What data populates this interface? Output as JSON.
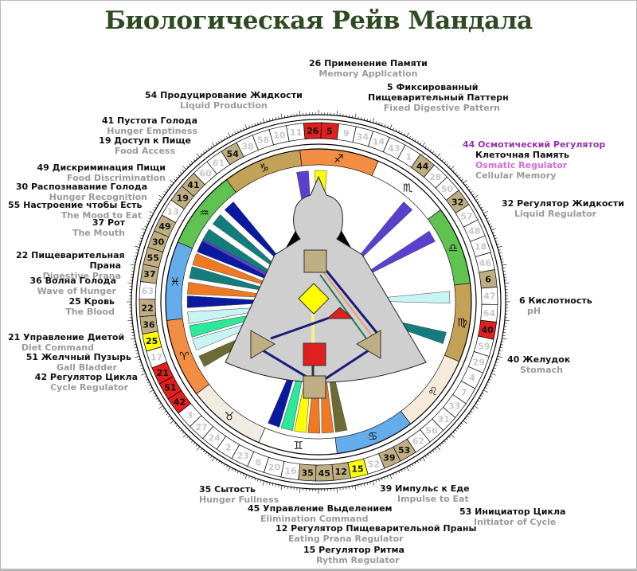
{
  "title": "Биологическая Рейв Мандала",
  "colors": {
    "title": "#2f4a22",
    "active_gate_tan": "#bfae84",
    "active_gate_red": "#e01f1f",
    "active_gate_yellow": "#ffff00",
    "inactive_gate_text": "#c8c8c8",
    "body_gray": "#cfcfcf"
  },
  "wheel": {
    "gates_clockwise_from_top": [
      {
        "gate": "10",
        "state": "inactive"
      },
      {
        "gate": "11",
        "state": "inactive"
      },
      {
        "gate": "26",
        "state": "red"
      },
      {
        "gate": "5",
        "state": "red"
      },
      {
        "gate": "9",
        "state": "inactive"
      },
      {
        "gate": "34",
        "state": "inactive"
      },
      {
        "gate": "14",
        "state": "inactive"
      },
      {
        "gate": "43",
        "state": "inactive"
      },
      {
        "gate": "1",
        "state": "inactive"
      },
      {
        "gate": "44",
        "state": "tan"
      },
      {
        "gate": "28",
        "state": "inactive"
      },
      {
        "gate": "50",
        "state": "inactive"
      },
      {
        "gate": "32",
        "state": "tan"
      },
      {
        "gate": "57",
        "state": "inactive"
      },
      {
        "gate": "48",
        "state": "inactive"
      },
      {
        "gate": "18",
        "state": "inactive"
      },
      {
        "gate": "46",
        "state": "inactive"
      },
      {
        "gate": "6",
        "state": "tan"
      },
      {
        "gate": "47",
        "state": "inactive"
      },
      {
        "gate": "64",
        "state": "inactive"
      },
      {
        "gate": "40",
        "state": "red"
      },
      {
        "gate": "59",
        "state": "inactive"
      },
      {
        "gate": "29",
        "state": "inactive"
      },
      {
        "gate": "4",
        "state": "inactive"
      },
      {
        "gate": "7",
        "state": "inactive"
      },
      {
        "gate": "33",
        "state": "inactive"
      },
      {
        "gate": "31",
        "state": "inactive"
      },
      {
        "gate": "56",
        "state": "inactive"
      },
      {
        "gate": "62",
        "state": "inactive"
      },
      {
        "gate": "53",
        "state": "tan"
      },
      {
        "gate": "39",
        "state": "tan"
      },
      {
        "gate": "52",
        "state": "inactive"
      },
      {
        "gate": "15",
        "state": "yellow"
      },
      {
        "gate": "12",
        "state": "tan"
      },
      {
        "gate": "45",
        "state": "tan"
      },
      {
        "gate": "35",
        "state": "tan"
      },
      {
        "gate": "16",
        "state": "inactive"
      },
      {
        "gate": "20",
        "state": "inactive"
      },
      {
        "gate": "8",
        "state": "inactive"
      },
      {
        "gate": "23",
        "state": "inactive"
      },
      {
        "gate": "2",
        "state": "inactive"
      },
      {
        "gate": "24",
        "state": "inactive"
      },
      {
        "gate": "27",
        "state": "inactive"
      },
      {
        "gate": "3",
        "state": "inactive"
      },
      {
        "gate": "42",
        "state": "red"
      },
      {
        "gate": "51",
        "state": "red"
      },
      {
        "gate": "21",
        "state": "red"
      },
      {
        "gate": "17",
        "state": "inactive"
      },
      {
        "gate": "25",
        "state": "yellow"
      },
      {
        "gate": "36",
        "state": "tan"
      },
      {
        "gate": "22",
        "state": "tan"
      },
      {
        "gate": "63",
        "state": "inactive"
      },
      {
        "gate": "37",
        "state": "tan"
      },
      {
        "gate": "55",
        "state": "tan"
      },
      {
        "gate": "30",
        "state": "tan"
      },
      {
        "gate": "49",
        "state": "tan"
      },
      {
        "gate": "13",
        "state": "inactive"
      },
      {
        "gate": "19",
        "state": "tan"
      },
      {
        "gate": "41",
        "state": "tan"
      },
      {
        "gate": "60",
        "state": "inactive"
      },
      {
        "gate": "61",
        "state": "inactive"
      },
      {
        "gate": "54",
        "state": "tan"
      },
      {
        "gate": "38",
        "state": "inactive"
      },
      {
        "gate": "58",
        "state": "inactive"
      }
    ],
    "zodiac": [
      {
        "sign": "Capricorn",
        "glyph": "♑",
        "color": "#b8913a"
      },
      {
        "sign": "Sagittarius",
        "glyph": "♐",
        "color": "#f07a22"
      },
      {
        "sign": "Scorpio",
        "glyph": "♏",
        "color": "#ffffff"
      },
      {
        "sign": "Libra",
        "glyph": "♎",
        "color": "#44b832"
      },
      {
        "sign": "Virgo",
        "glyph": "♍",
        "color": "#b8913a"
      },
      {
        "sign": "Leo",
        "glyph": "♌",
        "color": "#f4e6d4"
      },
      {
        "sign": "Cancer",
        "glyph": "♋",
        "color": "#4a9ee8"
      },
      {
        "sign": "Gemini",
        "glyph": "♊",
        "color": "#ffffff"
      },
      {
        "sign": "Taurus",
        "glyph": "♉",
        "color": "#efe9dc"
      },
      {
        "sign": "Aries",
        "glyph": "♈",
        "color": "#f07a22"
      },
      {
        "sign": "Pisces",
        "glyph": "♓",
        "color": "#4a9ee8"
      },
      {
        "sign": "Aquarius",
        "glyph": "♒",
        "color": "#44b832"
      }
    ],
    "rays": [
      {
        "angle_deg": -62,
        "color": "#5b3fcf"
      },
      {
        "angle_deg": -7,
        "color": "#5b3fcf"
      },
      {
        "angle_deg": 1,
        "color": "#ffff00"
      },
      {
        "angle_deg": 43,
        "color": "#5b3fcf"
      },
      {
        "angle_deg": 60,
        "color": "#5b3fcf"
      },
      {
        "angle_deg": 88,
        "color": "#c9f4f4"
      },
      {
        "angle_deg": 106,
        "color": "#137d7d"
      },
      {
        "angle_deg": 170,
        "color": "#6b6b33"
      },
      {
        "angle_deg": 176,
        "color": "#f07a22"
      },
      {
        "angle_deg": 182,
        "color": "#f07a22"
      },
      {
        "angle_deg": 188,
        "color": "#ffff00"
      },
      {
        "angle_deg": 194,
        "color": "#2ce89a"
      },
      {
        "angle_deg": 200,
        "color": "#0a1aa0"
      },
      {
        "angle_deg": 243,
        "color": "#6b6b33"
      },
      {
        "angle_deg": 251,
        "color": "#c9f4f4"
      },
      {
        "angle_deg": 257,
        "color": "#2ce89a"
      },
      {
        "angle_deg": 263,
        "color": "#c9f4f4"
      },
      {
        "angle_deg": 270,
        "color": "#0a1aa0"
      },
      {
        "angle_deg": 276,
        "color": "#f07a22"
      },
      {
        "angle_deg": 283,
        "color": "#137d7d"
      },
      {
        "angle_deg": 289,
        "color": "#f07a22"
      },
      {
        "angle_deg": 295,
        "color": "#0a1aa0"
      },
      {
        "angle_deg": 301,
        "color": "#137d7d"
      },
      {
        "angle_deg": 309,
        "color": "#137d7d"
      },
      {
        "angle_deg": 317,
        "color": "#0a1aa0"
      }
    ]
  },
  "labels": [
    {
      "id": "26",
      "ru": "26 Применение Памяти",
      "en": "Memory Application"
    },
    {
      "id": "5",
      "ru": "5 Фиксированный",
      "ru2": "Пищеварительный Паттерн",
      "en": "Fixed Digestive Pattern"
    },
    {
      "id": "54",
      "ru": "54 Продуцирование Жидкости",
      "en": "Liquid Production"
    },
    {
      "id": "41",
      "ru": "41 Пустота Голода",
      "en": "Hunger Emptiness"
    },
    {
      "id": "19",
      "ru": "19 Доступ к Пище",
      "en": "Food Access"
    },
    {
      "id": "49",
      "ru": "49 Дискриминация Пищи",
      "en": "Food Discrimination"
    },
    {
      "id": "30",
      "ru": "30 Распознавание Голода",
      "en": "Hunger Recognition"
    },
    {
      "id": "55",
      "ru": "55 Настроение чтобы Есть",
      "en": "The Mood to Eat"
    },
    {
      "id": "37",
      "ru": "37 Рот",
      "en": "The Mouth"
    },
    {
      "id": "22",
      "ru": "22 Пищеварительная",
      "ru2": "Прана",
      "en": "Digestive Prana"
    },
    {
      "id": "36",
      "ru": "36 Волна Голода",
      "en": "Wave of Hunger"
    },
    {
      "id": "25",
      "ru": "25 Кровь",
      "en": "The Blood"
    },
    {
      "id": "21",
      "ru": "21 Управление Диетой",
      "en": "Diet Command"
    },
    {
      "id": "51",
      "ru": "51 Желчный Пузырь",
      "en": "Gall Bladder"
    },
    {
      "id": "42",
      "ru": "42 Регулятор Цикла",
      "en": "Cycle Regulator"
    },
    {
      "id": "44",
      "ru": "44 Осмотический Регулятор",
      "ru2": "Клеточная Память",
      "en": "Osmatic Regulator",
      "en2": "Cellular Memory"
    },
    {
      "id": "32",
      "ru": "32 Регулятор Жидкости",
      "en": "Liquid Regulator"
    },
    {
      "id": "6",
      "ru": "6 Кислотность",
      "en": "pH"
    },
    {
      "id": "40",
      "ru": "40 Желудок",
      "en": "Stomach"
    },
    {
      "id": "35",
      "ru": "35 Сытость",
      "en": "Hunger Fullness"
    },
    {
      "id": "45",
      "ru": "45 Управление Выделением",
      "en": "Elimination Command"
    },
    {
      "id": "12",
      "ru": "12 Регулятор Пищеварительной Праны",
      "en": "Eating Prana Regulator"
    },
    {
      "id": "15",
      "ru": "15 Регулятор Ритма",
      "en": "Rythm Regulator"
    },
    {
      "id": "39",
      "ru": "39 Импульс к Еде",
      "en": "Impulse to Eat"
    },
    {
      "id": "53",
      "ru": "53 Инициатор Цикла",
      "en": "Initiator of Cycle"
    }
  ]
}
